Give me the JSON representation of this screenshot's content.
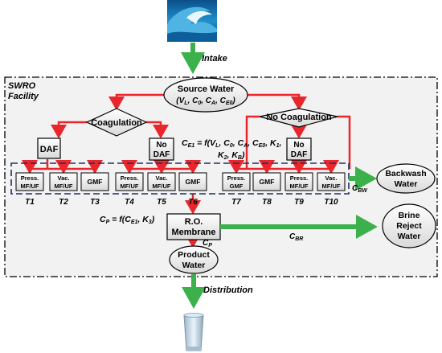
{
  "labels": {
    "intake": "Intake",
    "facility_line1": "SWRO",
    "facility_line2": "Facility",
    "distribution": "Distribution",
    "cbw": "C",
    "cbw_sub": "BW",
    "cbr": "C",
    "cbr_sub": "BR",
    "cp_arrow": "C",
    "cp_arrow_sub": "P"
  },
  "source_water": {
    "title": "Source Water",
    "params": "(V",
    "params_line": "(VL, C0, CA, CE0)"
  },
  "branches": {
    "coagulation": "Coagulation",
    "no_coagulation": "No Coagulation"
  },
  "pretreatment": {
    "daf": "DAF",
    "no_daf_1": "No",
    "no_daf_2": "DAF"
  },
  "equations": {
    "ce1_line1": "CE1 = f(VL, C0, CA, CE0, K1,",
    "ce1_line2": "K2, KB)",
    "cp": "CP = f(CE1, K3)"
  },
  "filters": [
    {
      "line1": "Press.",
      "line2": "MF/UF",
      "tag": "T1"
    },
    {
      "line1": "Vac.",
      "line2": "MF/UF",
      "tag": "T2"
    },
    {
      "line1": "GMF",
      "line2": "",
      "tag": "T3"
    },
    {
      "line1": "Press.",
      "line2": "MF/UF",
      "tag": "T4"
    },
    {
      "line1": "Vac.",
      "line2": "MF/UF",
      "tag": "T5"
    },
    {
      "line1": "GMF",
      "line2": "",
      "tag": "T6"
    },
    {
      "line1": "Press.",
      "line2": "GMF",
      "tag": "T7"
    },
    {
      "line1": "GMF",
      "line2": "",
      "tag": "T8"
    },
    {
      "line1": "Press.",
      "line2": "MF/UF",
      "tag": "T9"
    },
    {
      "line1": "Vac.",
      "line2": "MF/UF",
      "tag": "T10"
    }
  ],
  "ro": {
    "line1": "R.O.",
    "line2": "Membrane"
  },
  "product": {
    "line1": "Product",
    "line2": "Water"
  },
  "backwash": {
    "line1": "Backwash",
    "line2": "Water"
  },
  "brine": {
    "line1": "Brine",
    "line2": "Reject",
    "line3": "Water"
  },
  "colors": {
    "flow_red": "#e8262b",
    "flow_green": "#3cb04a",
    "filter_group_border": "#1f2f66",
    "box_fill": "#e6e6e6",
    "facility_fill": "#f2f2f2"
  },
  "icons": {
    "source": "ocean-wave-image",
    "output": "water-glass-icon"
  }
}
